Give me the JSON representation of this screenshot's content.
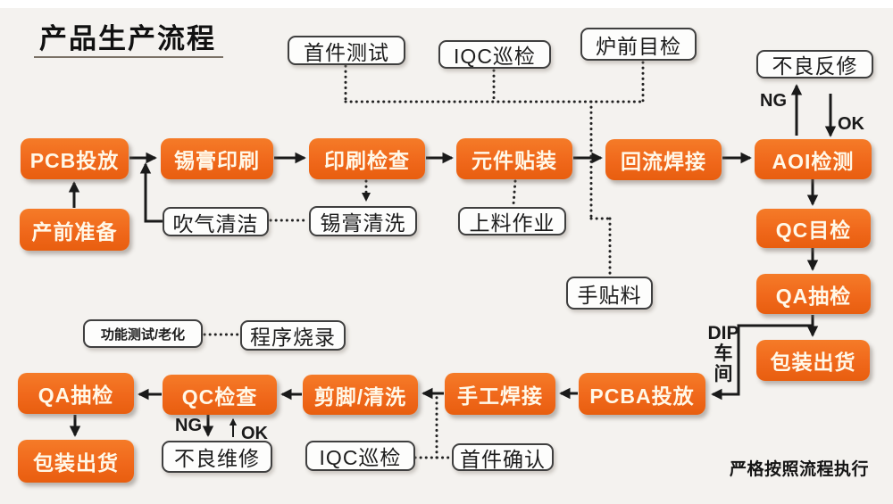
{
  "title": "产品生产流程",
  "footer_note": "严格按照流程执行",
  "flow": {
    "nodes": {
      "pcb_launch": "PCB投放",
      "pre_production": "产前准备",
      "solder_print": "锡膏印刷",
      "print_inspect": "印刷检查",
      "component_mount": "元件贴装",
      "reflow": "回流焊接",
      "aoi": "AOI检测",
      "qc_visual": "QC目检",
      "qa_sample_right": "QA抽检",
      "packing_right": "包装出货",
      "air_clean": "吹气清洁",
      "solder_clean": "锡膏清洗",
      "loading": "上料作业",
      "hand_place": "手贴料",
      "first_article_test": "首件测试",
      "iqc_patrol_top": "IQC巡检",
      "furnace_visual": "炉前目检",
      "defect_rework": "不良反修",
      "func_test_aging": "功能测试/老化",
      "program_burn": "程序烧录",
      "qa_sample_bottom": "QA抽检",
      "qc_check": "QC检查",
      "trim_clean": "剪脚/清洗",
      "hand_solder": "手工焊接",
      "pcba_launch": "PCBA投放",
      "packing_bottom": "包装出货",
      "defect_repair": "不良维修",
      "iqc_patrol_bottom": "IQC巡检",
      "first_article_confirm": "首件确认"
    },
    "labels": {
      "ng_top": "NG",
      "ok_top": "OK",
      "ng_bottom": "NG",
      "ok_bottom": "OK",
      "dip_line1": "DIP",
      "dip_line2": "车",
      "dip_line3": "间"
    }
  },
  "colors": {
    "node_orange": "#F0681B",
    "node_text": "#FFF8E8",
    "white_box_border": "#3F3F3F",
    "background": "#F4F2EF",
    "title": "#111111",
    "wire": "#1A1A1A"
  }
}
